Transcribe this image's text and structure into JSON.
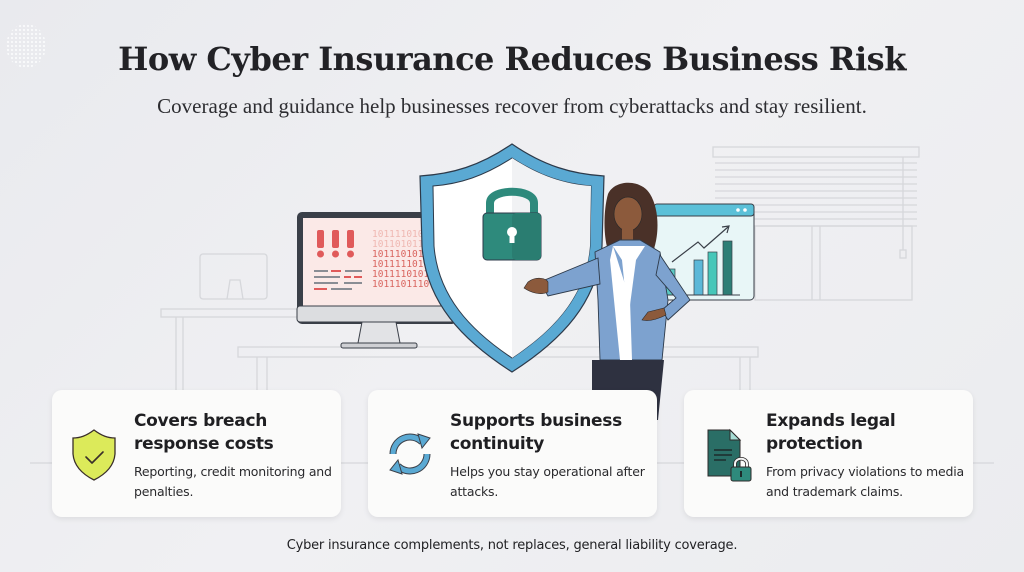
{
  "header": {
    "title": "How Cyber Insurance Reduces Business Risk",
    "subtitle": "Coverage and guidance help businesses recover from cyberattacks and stay resilient."
  },
  "illustration": {
    "monitor_alert": "!!!",
    "binary_lines": [
      "1011110101",
      "1011010111",
      "1011101011",
      "1011111010",
      "1011110101",
      "1011101110"
    ],
    "colors": {
      "shield_border": "#5aa9d3",
      "lock": "#2e8a7c",
      "alert_red": "#e05a5a",
      "chart_bars": [
        "#5bc9c3",
        "#5bb8d8",
        "#46c7b9",
        "#2d7e76"
      ],
      "blazer": "#7da2cf"
    }
  },
  "cards": [
    {
      "icon": "shield-check-icon",
      "title": "Covers breach response costs",
      "description": "Reporting, credit monitoring and penalties."
    },
    {
      "icon": "refresh-arrows-icon",
      "title": "Supports business continuity",
      "description": "Helps you stay operational after attacks."
    },
    {
      "icon": "document-lock-icon",
      "title": "Expands legal protection",
      "description": "From privacy violations to media and trademark claims."
    }
  ],
  "footnote": "Cyber insurance complements, not replaces, general liability coverage."
}
